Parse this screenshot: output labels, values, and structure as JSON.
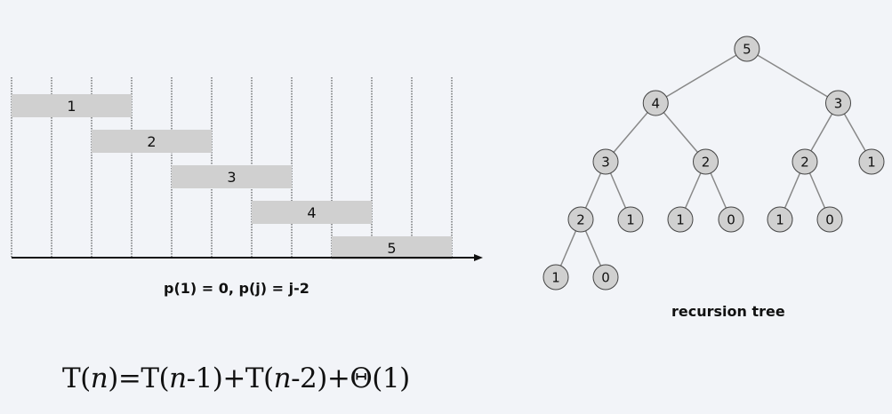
{
  "schedule": {
    "jobs": [
      {
        "label": "1",
        "start": 0,
        "end": 3
      },
      {
        "label": "2",
        "start": 2,
        "end": 5
      },
      {
        "label": "3",
        "start": 4,
        "end": 7
      },
      {
        "label": "4",
        "start": 6,
        "end": 9
      },
      {
        "label": "5",
        "start": 8,
        "end": 11
      }
    ],
    "gridline_count": 12,
    "caption": "p(1) = 0, p(j) = j-2",
    "bar_color": "#d0d0d0"
  },
  "tree": {
    "caption": "recursion tree",
    "node_fill": "#d0d0d0",
    "edge_color": "#888888",
    "root": {
      "label": "5",
      "children": [
        {
          "label": "4",
          "children": [
            {
              "label": "3",
              "children": [
                {
                  "label": "2",
                  "children": [
                    {
                      "label": "1",
                      "children": []
                    },
                    {
                      "label": "0",
                      "children": []
                    }
                  ]
                },
                {
                  "label": "1",
                  "children": []
                }
              ]
            },
            {
              "label": "2",
              "children": [
                {
                  "label": "1",
                  "children": []
                },
                {
                  "label": "0",
                  "children": []
                }
              ]
            }
          ]
        },
        {
          "label": "3",
          "children": [
            {
              "label": "2",
              "children": [
                {
                  "label": "1",
                  "children": []
                },
                {
                  "label": "0",
                  "children": []
                }
              ]
            },
            {
              "label": "1",
              "children": []
            }
          ]
        }
      ]
    }
  },
  "formula": {
    "T1": "T(",
    "n1": "n",
    "mid1": ")=T(",
    "n2": "n",
    "mid2": "-1)+T(",
    "n3": "n",
    "tail": "-2)+Θ(1)"
  }
}
